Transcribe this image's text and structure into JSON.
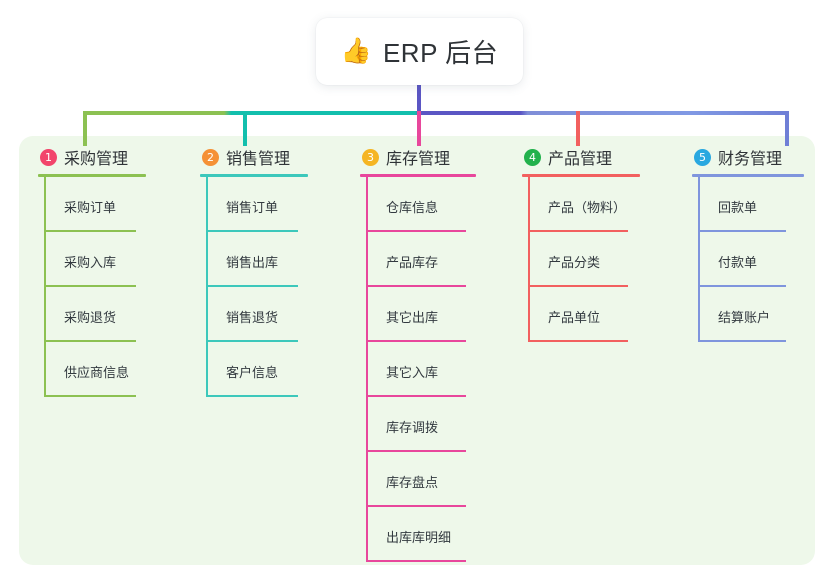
{
  "root": {
    "icon": "thumbs-up-icon",
    "icon_glyph": "👍",
    "title": "ERP 后台"
  },
  "theme": {
    "panel_bg": "#eef8ea",
    "card_bg": "#ffffff",
    "text": "#2f3337",
    "trunk": "#5b56c4"
  },
  "columns": [
    {
      "index": "1",
      "title": "采购管理",
      "badge_color": "#f2456b",
      "line_color": "#8cc152",
      "items": [
        "采购订单",
        "采购入库",
        "采购退货",
        "供应商信息"
      ]
    },
    {
      "index": "2",
      "title": "销售管理",
      "badge_color": "#f59136",
      "line_color": "#3cc8bb",
      "items": [
        "销售订单",
        "销售出库",
        "销售退货",
        "客户信息"
      ]
    },
    {
      "index": "3",
      "title": "库存管理",
      "badge_color": "#f5b523",
      "line_color": "#e8479c",
      "items": [
        "仓库信息",
        "产品库存",
        "其它出库",
        "其它入库",
        "库存调拨",
        "库存盘点",
        "出库库明细"
      ]
    },
    {
      "index": "4",
      "title": "产品管理",
      "badge_color": "#22b14c",
      "line_color": "#f2605f",
      "items": [
        "产品（物料）",
        "产品分类",
        "产品单位"
      ]
    },
    {
      "index": "5",
      "title": "财务管理",
      "badge_color": "#29a8e0",
      "line_color": "#7f95dd",
      "items": [
        "回款单",
        "付款单",
        "结算账户"
      ]
    }
  ]
}
